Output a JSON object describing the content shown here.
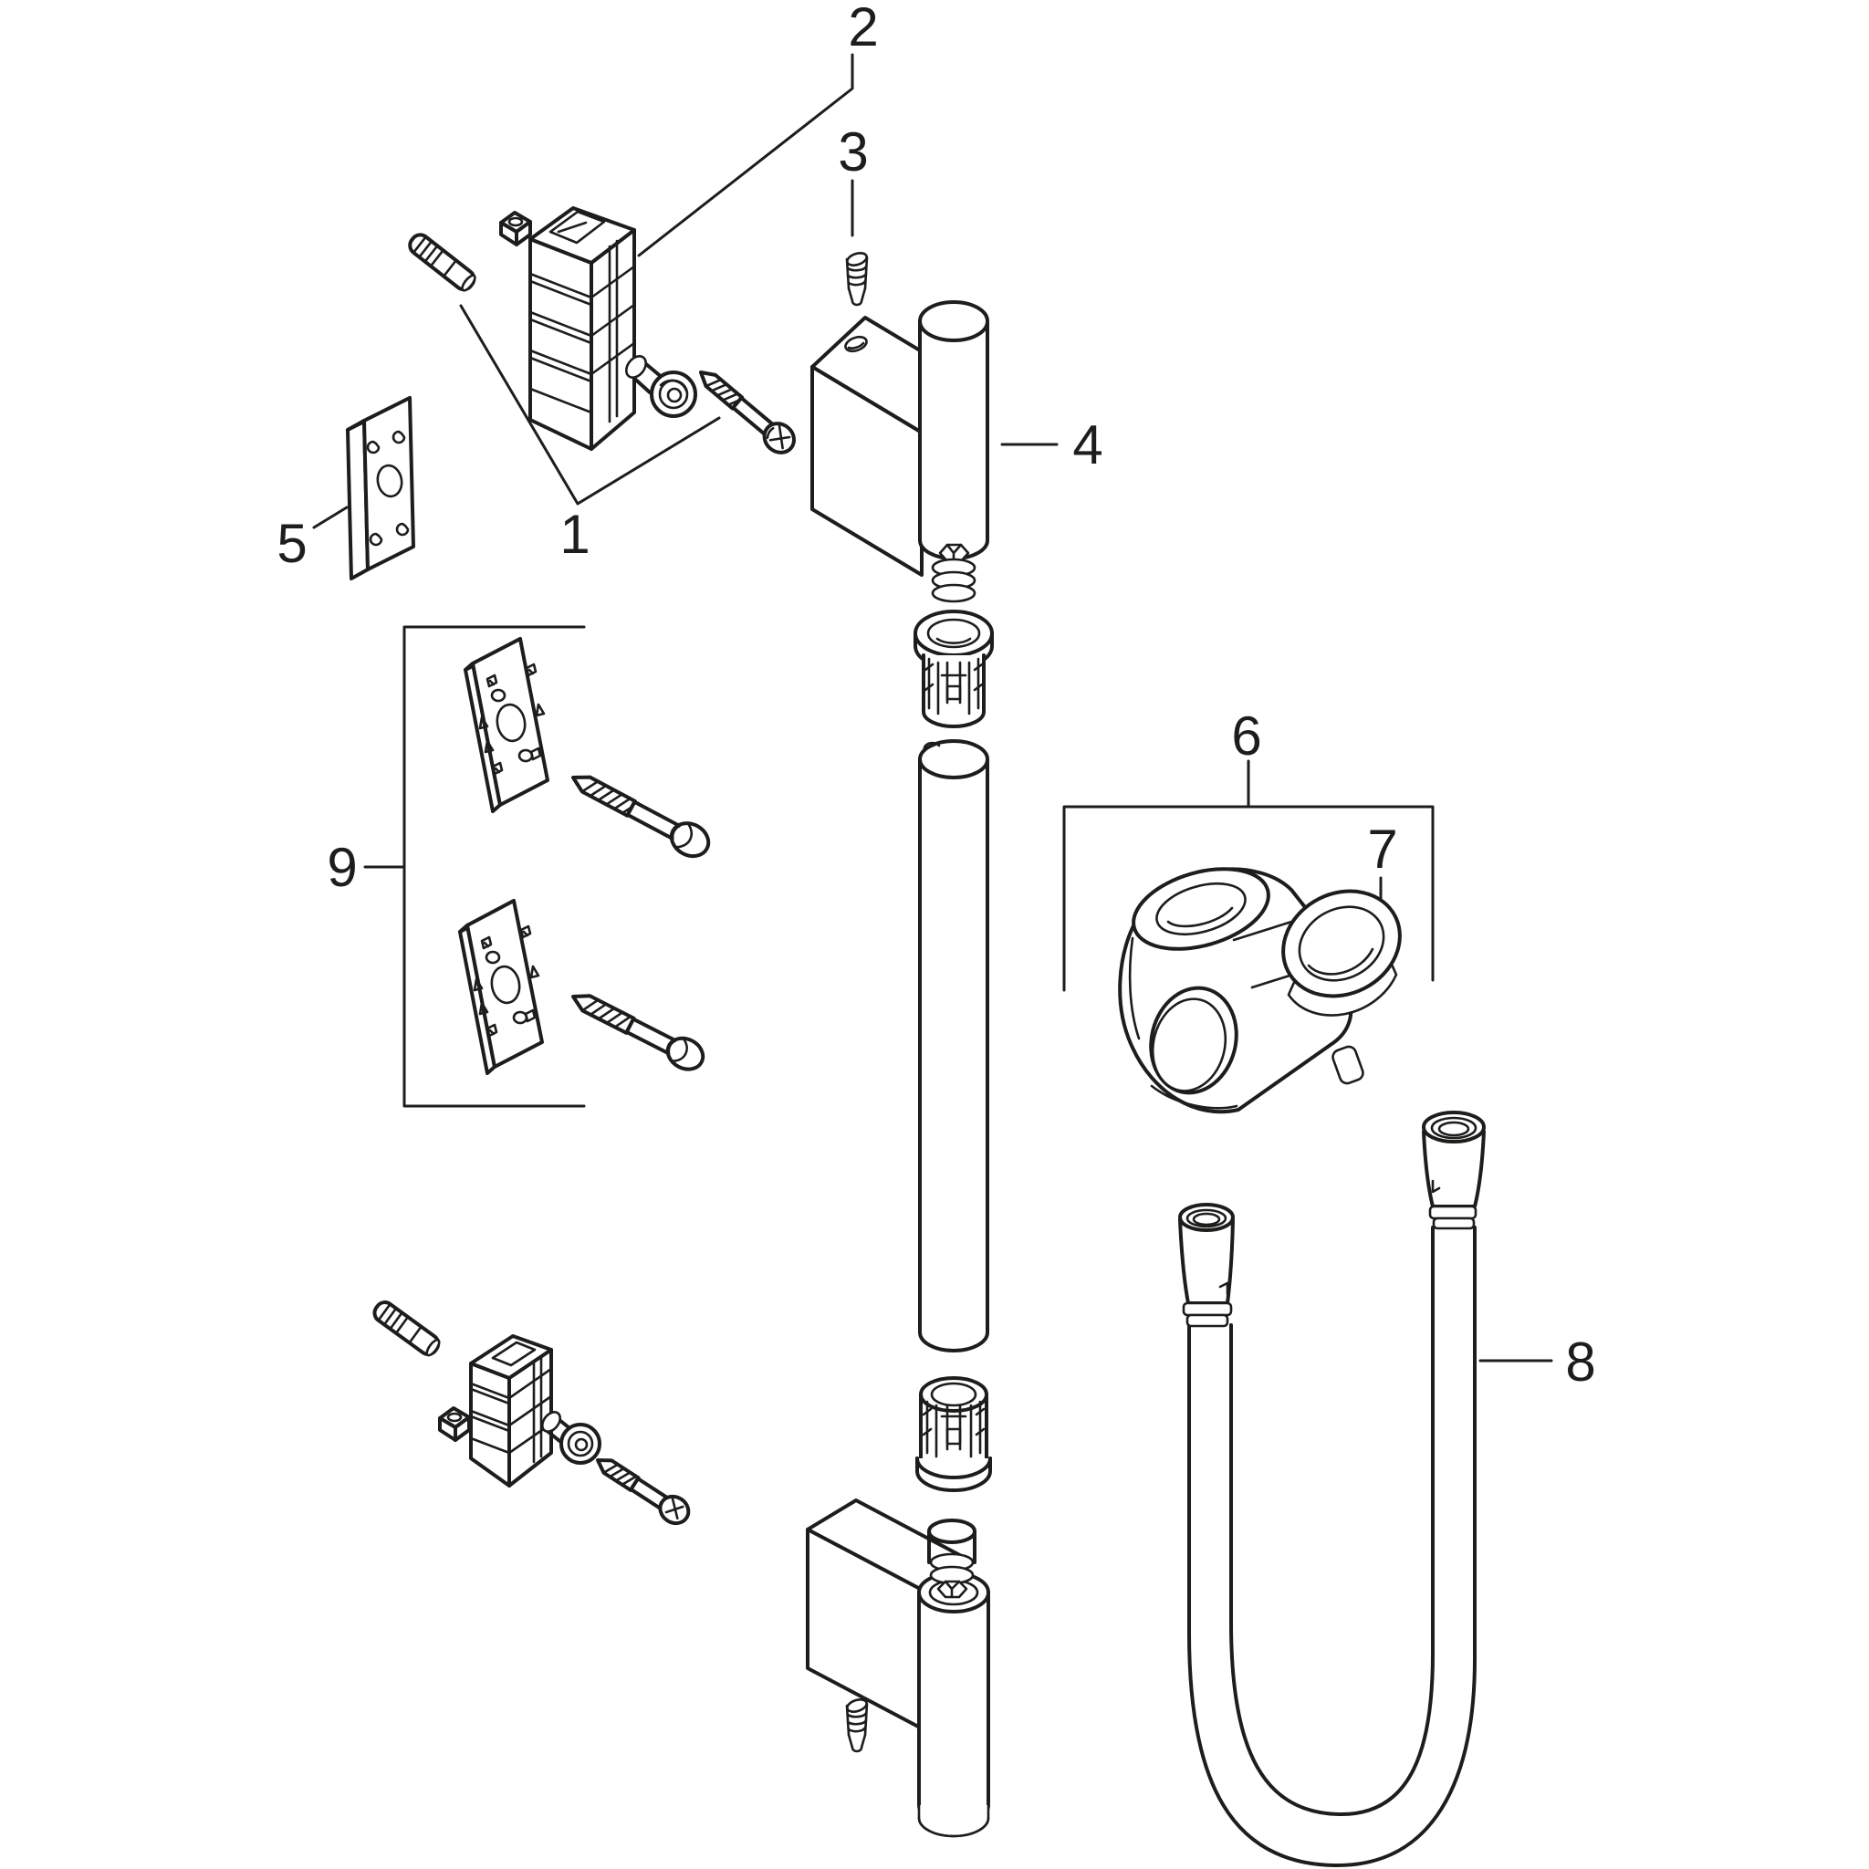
{
  "page": {
    "background": "#ffffff",
    "line_color": "#1d1d1b"
  },
  "callouts": {
    "c1": {
      "text": "1"
    },
    "c2": {
      "text": "2"
    },
    "c3": {
      "text": "3"
    },
    "c4": {
      "text": "4"
    },
    "c5": {
      "text": "5"
    },
    "c6": {
      "text": "6"
    },
    "c7": {
      "text": "7"
    },
    "c8": {
      "text": "8"
    },
    "c9": {
      "text": "9"
    }
  }
}
